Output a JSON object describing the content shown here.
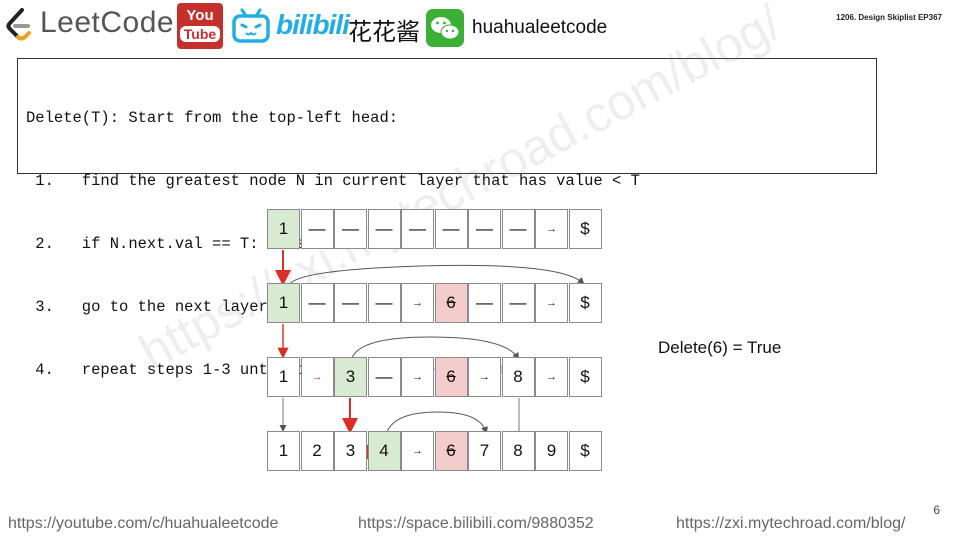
{
  "header": {
    "brand": "LeetCode",
    "youtube": {
      "line1": "You",
      "line2": "Tube"
    },
    "bilibili_word": "bilibili",
    "bilibili_cn": "花花酱",
    "handle": "huahualeetcode",
    "episode": "1206. Design Skiplist EP367"
  },
  "code": [
    "Delete(T): Start from the top-left head:",
    " 1.   find the greatest node N in current layer that has value < T",
    " 2.   if N.next.val == T: N.next = N.next.next",
    " 3.   go to the next layer",
    " 4.   repeat steps 1-3 until current nodes becomes nil."
  ],
  "layers": [
    {
      "cells": [
        {
          "t": "1",
          "bg": "green"
        },
        {
          "t": "—"
        },
        {
          "t": "—"
        },
        {
          "t": "—"
        },
        {
          "t": "—"
        },
        {
          "t": "—"
        },
        {
          "t": "—"
        },
        {
          "t": "—"
        },
        {
          "t": "→"
        },
        {
          "t": "$"
        }
      ]
    },
    {
      "cells": [
        {
          "t": "1",
          "bg": "green"
        },
        {
          "t": "—"
        },
        {
          "t": "—"
        },
        {
          "t": "—"
        },
        {
          "t": "→"
        },
        {
          "t": "6",
          "bg": "red",
          "strike": true
        },
        {
          "t": "—"
        },
        {
          "t": "—"
        },
        {
          "t": "→"
        },
        {
          "t": "$"
        }
      ]
    },
    {
      "cells": [
        {
          "t": "1"
        },
        {
          "t": "→",
          "red": true
        },
        {
          "t": "3",
          "bg": "green"
        },
        {
          "t": "—"
        },
        {
          "t": "→"
        },
        {
          "t": "6",
          "bg": "red",
          "strike": true
        },
        {
          "t": "→"
        },
        {
          "t": "8"
        },
        {
          "t": "→"
        },
        {
          "t": "$"
        }
      ]
    },
    {
      "cells": [
        {
          "t": "1"
        },
        {
          "t": "2"
        },
        {
          "t": "3"
        },
        {
          "t": "4",
          "bg": "green"
        },
        {
          "t": "→"
        },
        {
          "t": "6",
          "bg": "red",
          "strike": true
        },
        {
          "t": "7"
        },
        {
          "t": "8"
        },
        {
          "t": "9"
        },
        {
          "t": "$"
        }
      ]
    }
  ],
  "result": "Delete(6) = True",
  "watermark": "https://zxi.mytechroad.com/blog/",
  "footer": {
    "youtube_url": "https://youtube.com/c/huahualeetcode",
    "bilibili_url": "https://space.bilibili.com/9880352",
    "blog_url": "https://zxi.mytechroad.com/blog/"
  },
  "page_number": "6",
  "colors": {
    "green": "#d9ead3",
    "red": "#f4cccc",
    "arrow_red": "#d93025",
    "bili_blue": "#23ade5",
    "youtube_red": "#c4302b",
    "wechat_green": "#3cb034"
  }
}
